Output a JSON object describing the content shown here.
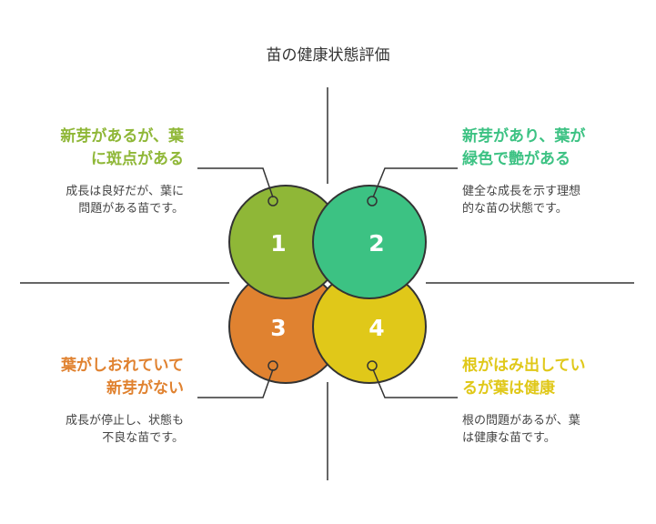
{
  "title": "苗の健康状態評価",
  "quadrants": [
    {
      "number": "1",
      "color": "#8FB737",
      "heading": [
        "新芽があるが、葉",
        "に斑点がある"
      ],
      "description": [
        "成長は良好だが、葉に",
        "問題がある苗です。"
      ]
    },
    {
      "number": "2",
      "color": "#3CC283",
      "heading": [
        "新芽があり、葉が",
        "緑色で艶がある"
      ],
      "description": [
        "健全な成長を示す理想",
        "的な苗の状態です。"
      ]
    },
    {
      "number": "3",
      "color": "#E08230",
      "heading": [
        "葉がしおれていて",
        "新芽がない"
      ],
      "description": [
        "成長が停止し、状態も",
        "不良な苗です。"
      ]
    },
    {
      "number": "4",
      "color": "#E0C819",
      "heading": [
        "根がはみ出してい",
        "るが葉は健康"
      ],
      "description": [
        "根の問題があるが、葉",
        "は健康な苗です。"
      ]
    }
  ]
}
